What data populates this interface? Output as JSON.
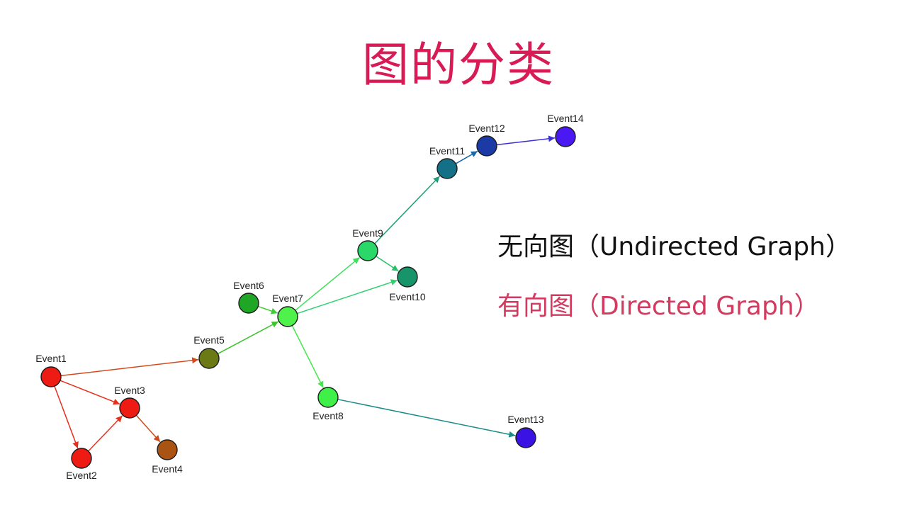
{
  "title": "图的分类",
  "legend": {
    "undirected": "无向图（Undirected Graph）",
    "directed": "有向图（Directed Graph）"
  },
  "colors": {
    "title": "#d81b55",
    "undirected_text": "#111111",
    "directed_text": "#d23a5f"
  },
  "graph": {
    "nodes": [
      {
        "id": "Event1",
        "label": "Event1",
        "color": "#ee1a14"
      },
      {
        "id": "Event2",
        "label": "Event2",
        "color": "#ee1a14"
      },
      {
        "id": "Event3",
        "label": "Event3",
        "color": "#ee1a14"
      },
      {
        "id": "Event4",
        "label": "Event4",
        "color": "#a95412"
      },
      {
        "id": "Event5",
        "label": "Event5",
        "color": "#6b7a14"
      },
      {
        "id": "Event6",
        "label": "Event6",
        "color": "#1ea624"
      },
      {
        "id": "Event7",
        "label": "Event7",
        "color": "#4ef24a"
      },
      {
        "id": "Event8",
        "label": "Event8",
        "color": "#3ef048"
      },
      {
        "id": "Event9",
        "label": "Event9",
        "color": "#2ad86a"
      },
      {
        "id": "Event10",
        "label": "Event10",
        "color": "#17946a"
      },
      {
        "id": "Event11",
        "label": "Event11",
        "color": "#137086"
      },
      {
        "id": "Event12",
        "label": "Event12",
        "color": "#1c3aa6"
      },
      {
        "id": "Event13",
        "label": "Event13",
        "color": "#3a12e4"
      },
      {
        "id": "Event14",
        "label": "Event14",
        "color": "#4a18f2"
      }
    ],
    "edges": [
      {
        "from": "Event1",
        "to": "Event5",
        "color": "#d44a1c"
      },
      {
        "from": "Event1",
        "to": "Event3",
        "color": "#e6301c"
      },
      {
        "from": "Event1",
        "to": "Event2",
        "color": "#e6301c"
      },
      {
        "from": "Event2",
        "to": "Event3",
        "color": "#e6301c"
      },
      {
        "from": "Event3",
        "to": "Event4",
        "color": "#cc4a18"
      },
      {
        "from": "Event5",
        "to": "Event7",
        "color": "#3cc22e"
      },
      {
        "from": "Event6",
        "to": "Event7",
        "color": "#3ccc34"
      },
      {
        "from": "Event7",
        "to": "Event9",
        "color": "#3ee05a"
      },
      {
        "from": "Event7",
        "to": "Event10",
        "color": "#2ed070"
      },
      {
        "from": "Event7",
        "to": "Event8",
        "color": "#44e84a"
      },
      {
        "from": "Event9",
        "to": "Event10",
        "color": "#26c26a"
      },
      {
        "from": "Event9",
        "to": "Event11",
        "color": "#229e7a"
      },
      {
        "from": "Event11",
        "to": "Event12",
        "color": "#1a68a8"
      },
      {
        "from": "Event12",
        "to": "Event14",
        "color": "#3a2ed6"
      },
      {
        "from": "Event8",
        "to": "Event13",
        "color": "#1a8c88"
      }
    ]
  }
}
